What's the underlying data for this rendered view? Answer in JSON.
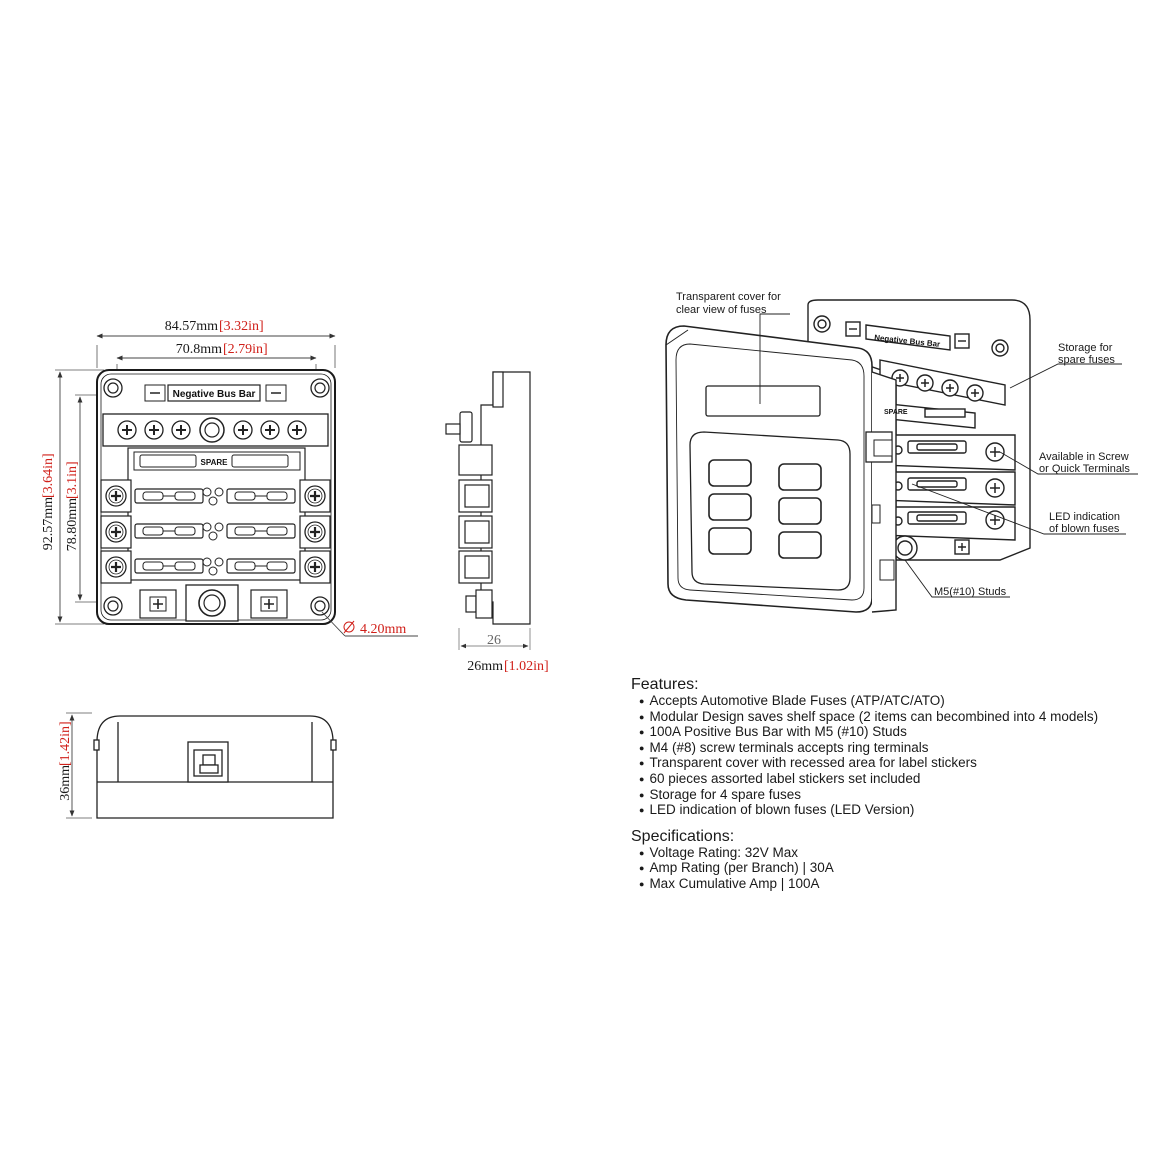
{
  "front_view": {
    "negative_bus_bar_label": "Negative Bus Bar",
    "spare_label": "SPARE",
    "width_overall": {
      "mm": "84.57mm",
      "in": "[3.32in]"
    },
    "width_inner": {
      "mm": "70.8mm",
      "in": "[2.79in]"
    },
    "height_overall": {
      "mm": "92.57mm",
      "in": "[3.64in]"
    },
    "height_inner": {
      "mm": "78.80mm",
      "in": "[3.1in]"
    },
    "hole_diameter": "4.20mm"
  },
  "side_view": {
    "depth_value": "26",
    "depth_label": {
      "mm": "26mm",
      "in": "[1.02in]"
    }
  },
  "bottom_view": {
    "height_label": {
      "mm": "36mm",
      "in": "[1.42in]"
    }
  },
  "iso_view": {
    "negative_bus_bar_label": "Negative Bus Bar",
    "spare_label": "SPARE",
    "callouts": {
      "cover": [
        "Transparent cover for",
        "clear view of fuses"
      ],
      "storage": [
        "Storage for",
        "spare fuses"
      ],
      "terminals": [
        "Available in Screw",
        "or Quick Terminals"
      ],
      "led": [
        "LED indication",
        "of blown fuses"
      ],
      "studs": [
        "M5(#10) Studs"
      ]
    }
  },
  "features": {
    "title": "Features:",
    "items": [
      "Accepts Automotive Blade Fuses (ATP/ATC/ATO)",
      "Modular Design saves shelf space (2 items can becombined into 4 models)",
      "100A Positive Bus Bar with M5 (#10) Studs",
      "M4 (#8) screw terminals accepts ring terminals",
      "Transparent cover with recessed area for label stickers",
      "60 pieces assorted label stickers set included",
      "Storage for 4 spare fuses",
      "LED indication of blown fuses (LED Version)"
    ]
  },
  "specifications": {
    "title": "Specifications:",
    "items": [
      "Voltage Rating: 32V Max",
      "Amp Rating (per Branch) | 30A",
      "Max Cumulative Amp | 100A"
    ]
  }
}
